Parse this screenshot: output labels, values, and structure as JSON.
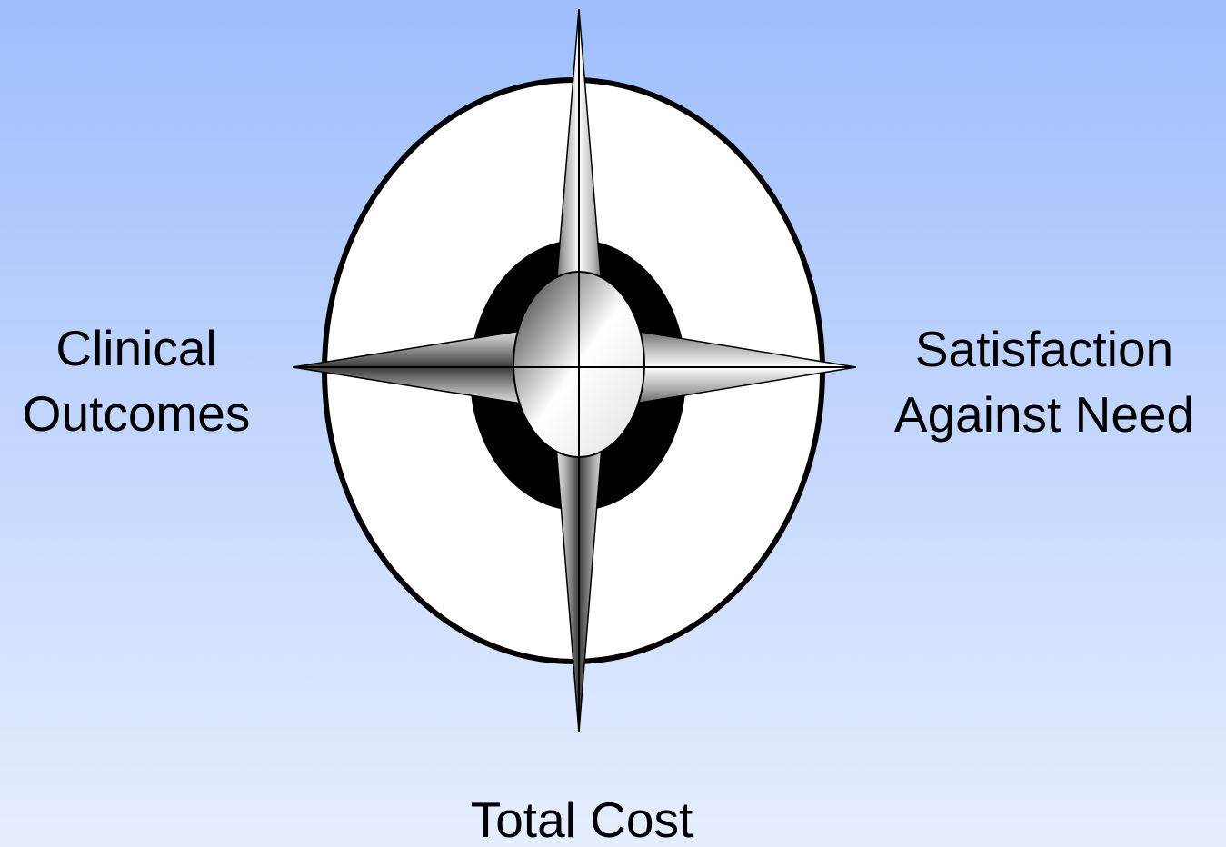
{
  "labels": {
    "left": [
      "Clinical",
      "Outcomes"
    ],
    "right": [
      "Satisfaction",
      "Against Need"
    ],
    "bottom": "Total Cost"
  },
  "colors": {
    "background_top": "#9dbdfd",
    "background_bottom": "#e6eefe",
    "outer_ellipse_fill": "#ffffff",
    "inner_ellipse_fill": "#000000",
    "outline": "#000000"
  }
}
